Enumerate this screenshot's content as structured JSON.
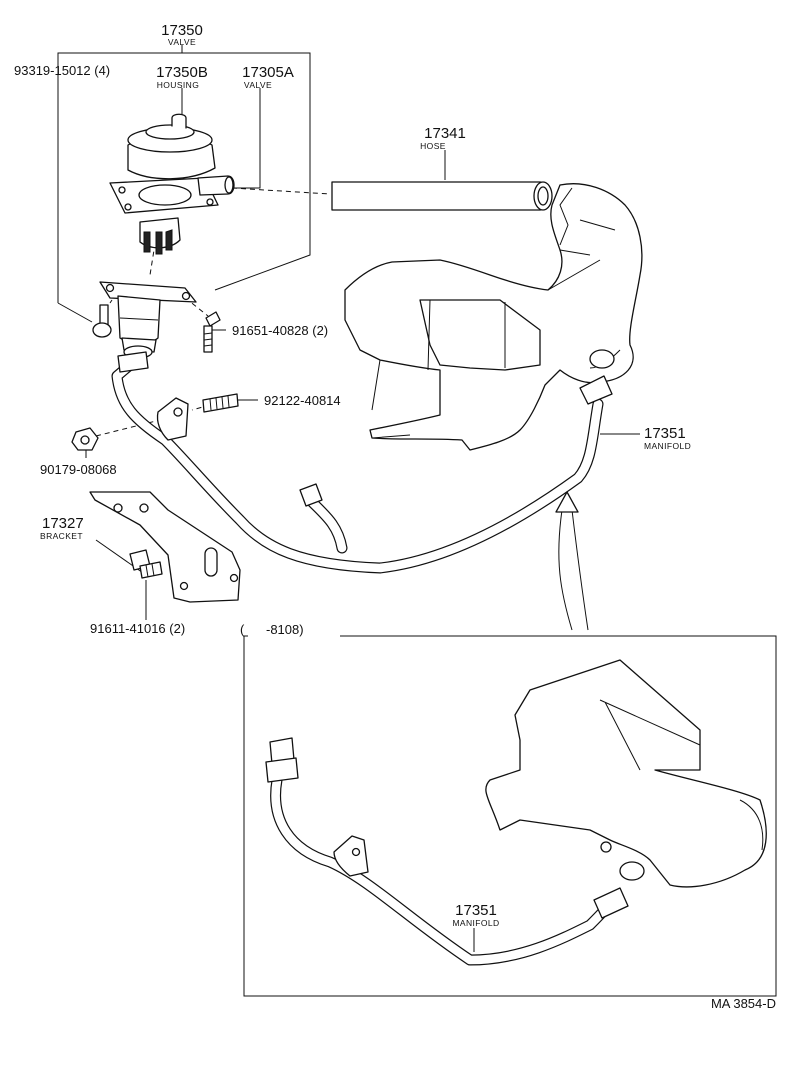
{
  "labels": {
    "valve_assy": {
      "number": "17350",
      "name": "VALVE"
    },
    "housing": {
      "number": "17350B",
      "name": "HOUSING"
    },
    "valve": {
      "number": "17305A",
      "name": "VALVE"
    },
    "bolt_top": {
      "number": "93319-15012 (4)"
    },
    "hose": {
      "number": "17341",
      "name": "HOSE"
    },
    "bolt_right": {
      "number": "91651-40828 (2)"
    },
    "stud": {
      "number": "92122-40814"
    },
    "nut": {
      "number": "90179-08068"
    },
    "bracket": {
      "number": "17327",
      "name": "BRACKET"
    },
    "bolt_bracket": {
      "number": "91611-41016 (2)"
    },
    "manifold_main": {
      "number": "17351",
      "name": "MANIFOLD"
    },
    "manifold_inset": {
      "number": "17351",
      "name": "MANIFOLD"
    }
  },
  "inset": {
    "caption": "(      -8108)"
  },
  "figure_code": "MA 3854-D"
}
